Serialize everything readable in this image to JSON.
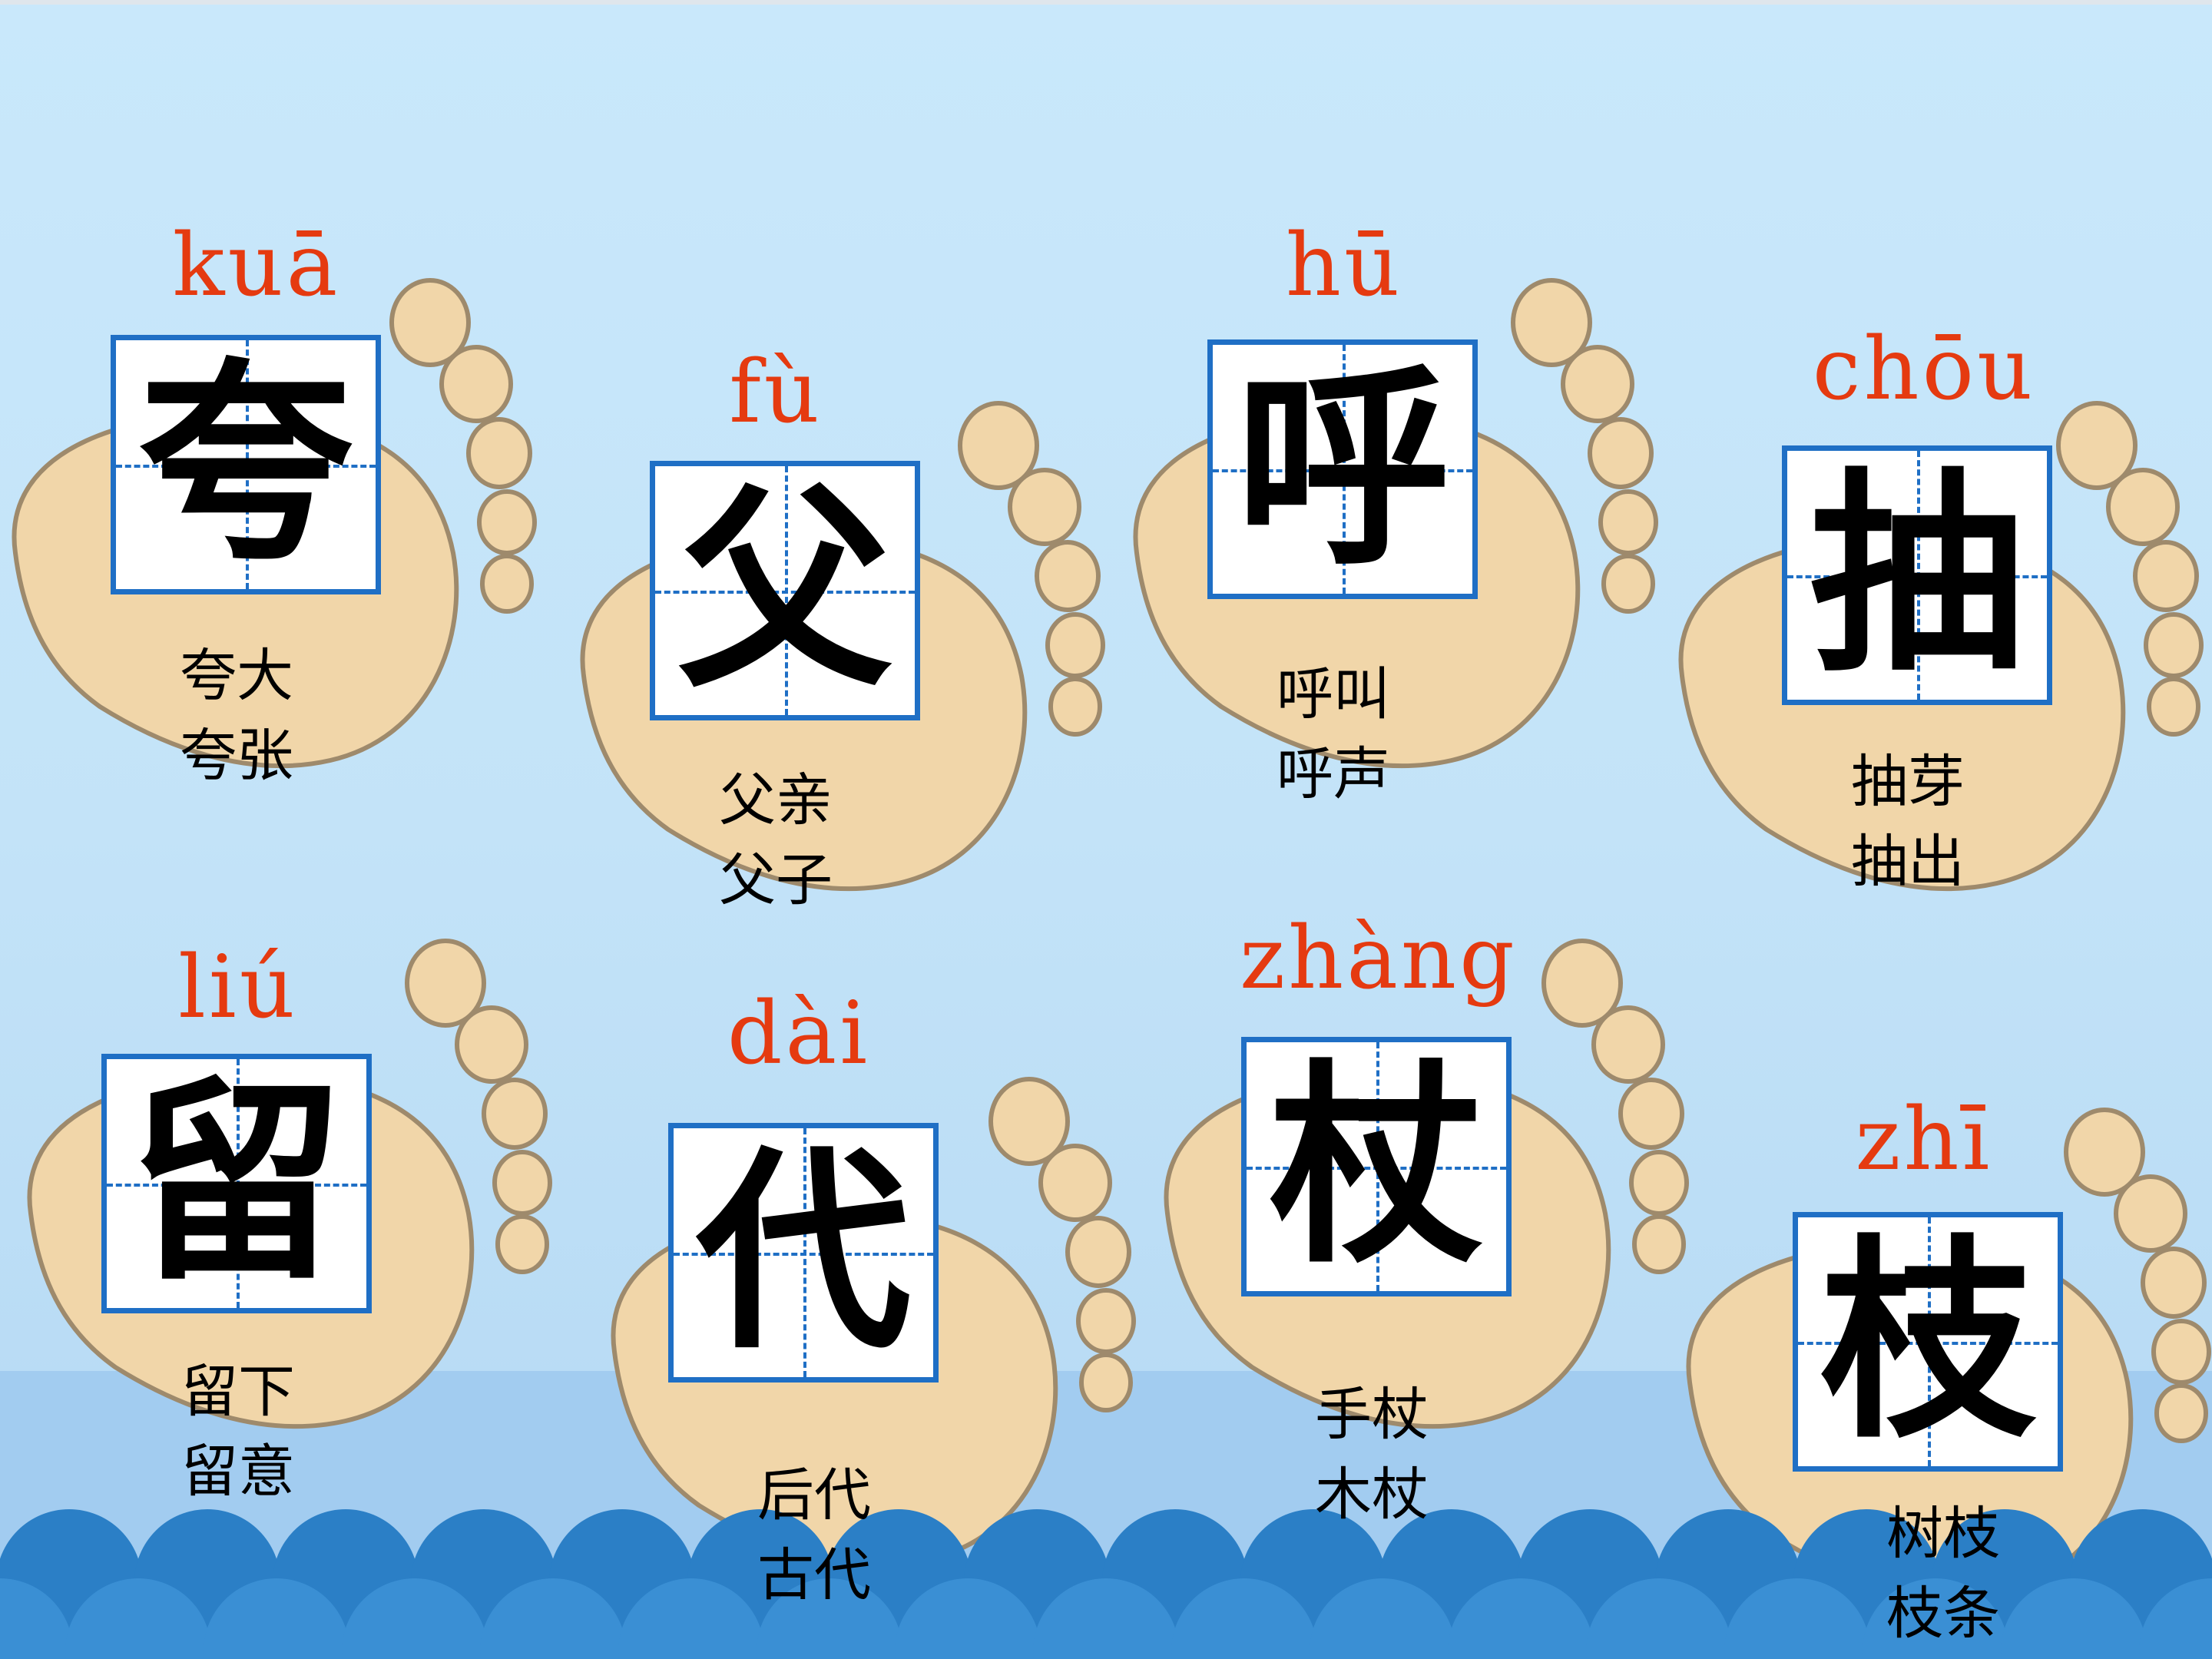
{
  "cards": [
    {
      "pinyin": "kuā",
      "char": "夸",
      "words": [
        "夸大",
        "夸张"
      ]
    },
    {
      "pinyin": "fù",
      "char": "父",
      "words": [
        "父亲",
        "父子"
      ]
    },
    {
      "pinyin": "hū",
      "char": "呼",
      "words": [
        "呼叫",
        "呼声"
      ]
    },
    {
      "pinyin": "chōu",
      "char": "抽",
      "words": [
        "抽芽",
        "抽出"
      ]
    },
    {
      "pinyin": "liú",
      "char": "留",
      "words": [
        "留下",
        "留意"
      ]
    },
    {
      "pinyin": "dài",
      "char": "代",
      "words": [
        "后代",
        "古代"
      ]
    },
    {
      "pinyin": "zhàng",
      "char": "杖",
      "words": [
        "手杖",
        "木杖"
      ]
    },
    {
      "pinyin": "zhī",
      "char": "枝",
      "words": [
        "树枝",
        "枝条"
      ]
    }
  ],
  "colors": {
    "pinyin": "#e53a10",
    "grid_border": "#1f6fc5",
    "foot": "#f1d6a9",
    "wave": "#2b7fc6"
  }
}
